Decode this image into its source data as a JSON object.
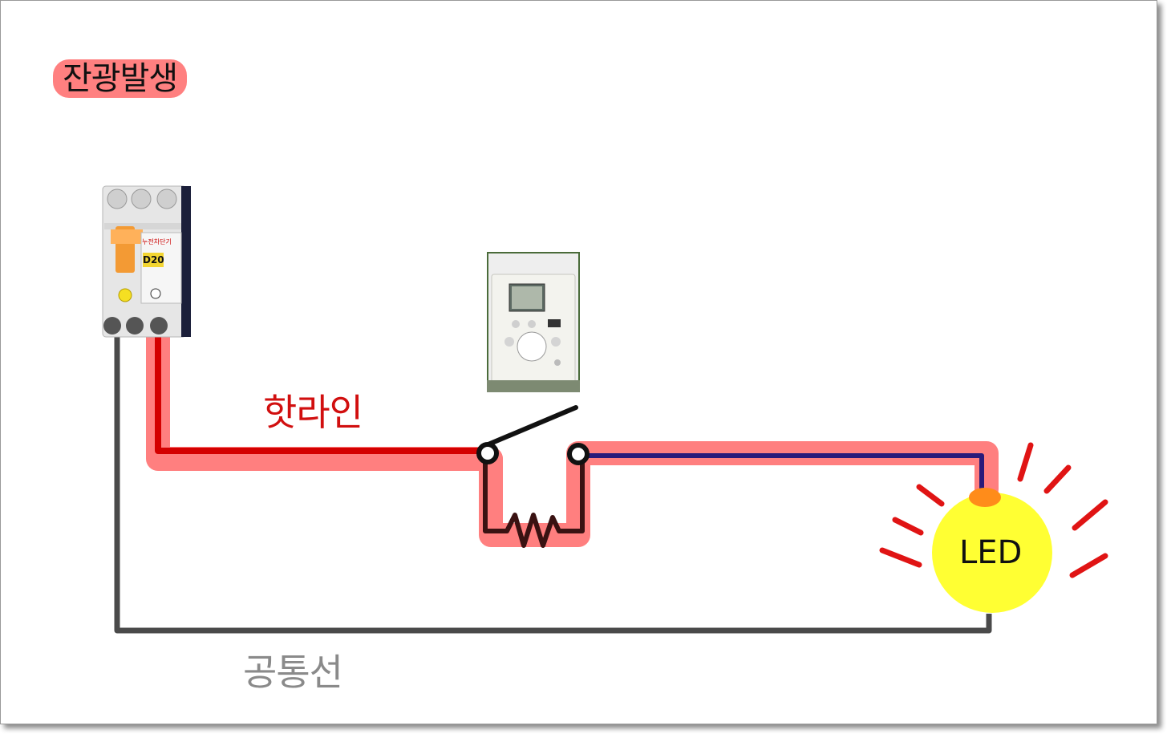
{
  "title": "잔광발생",
  "labels": {
    "hot_line": "핫라인",
    "common_line": "공통선",
    "led": "LED"
  },
  "breaker": {
    "rating": "D20",
    "tag": "누전차단기"
  },
  "colors": {
    "hot_wire": "#d40000",
    "hot_glow": "#ff7f7f",
    "common_wire": "#4a4a4a",
    "led_wire": "#2a1a7a",
    "led_fill": "#ffff33",
    "ray": "#e01414",
    "title_badge": "#ff8080"
  },
  "icons": [
    "breaker-icon",
    "controller-icon",
    "switch-icon",
    "resistor-icon",
    "led-icon"
  ]
}
